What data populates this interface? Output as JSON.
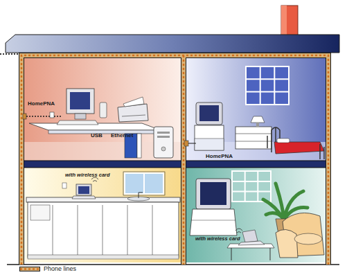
{
  "diagram": {
    "labels": [
      "HomePNA",
      "USB",
      "Ethernet",
      "with wireless card",
      "HomePNA",
      "with wireless card"
    ],
    "legend": [
      {
        "text": "Phone lines"
      }
    ]
  }
}
